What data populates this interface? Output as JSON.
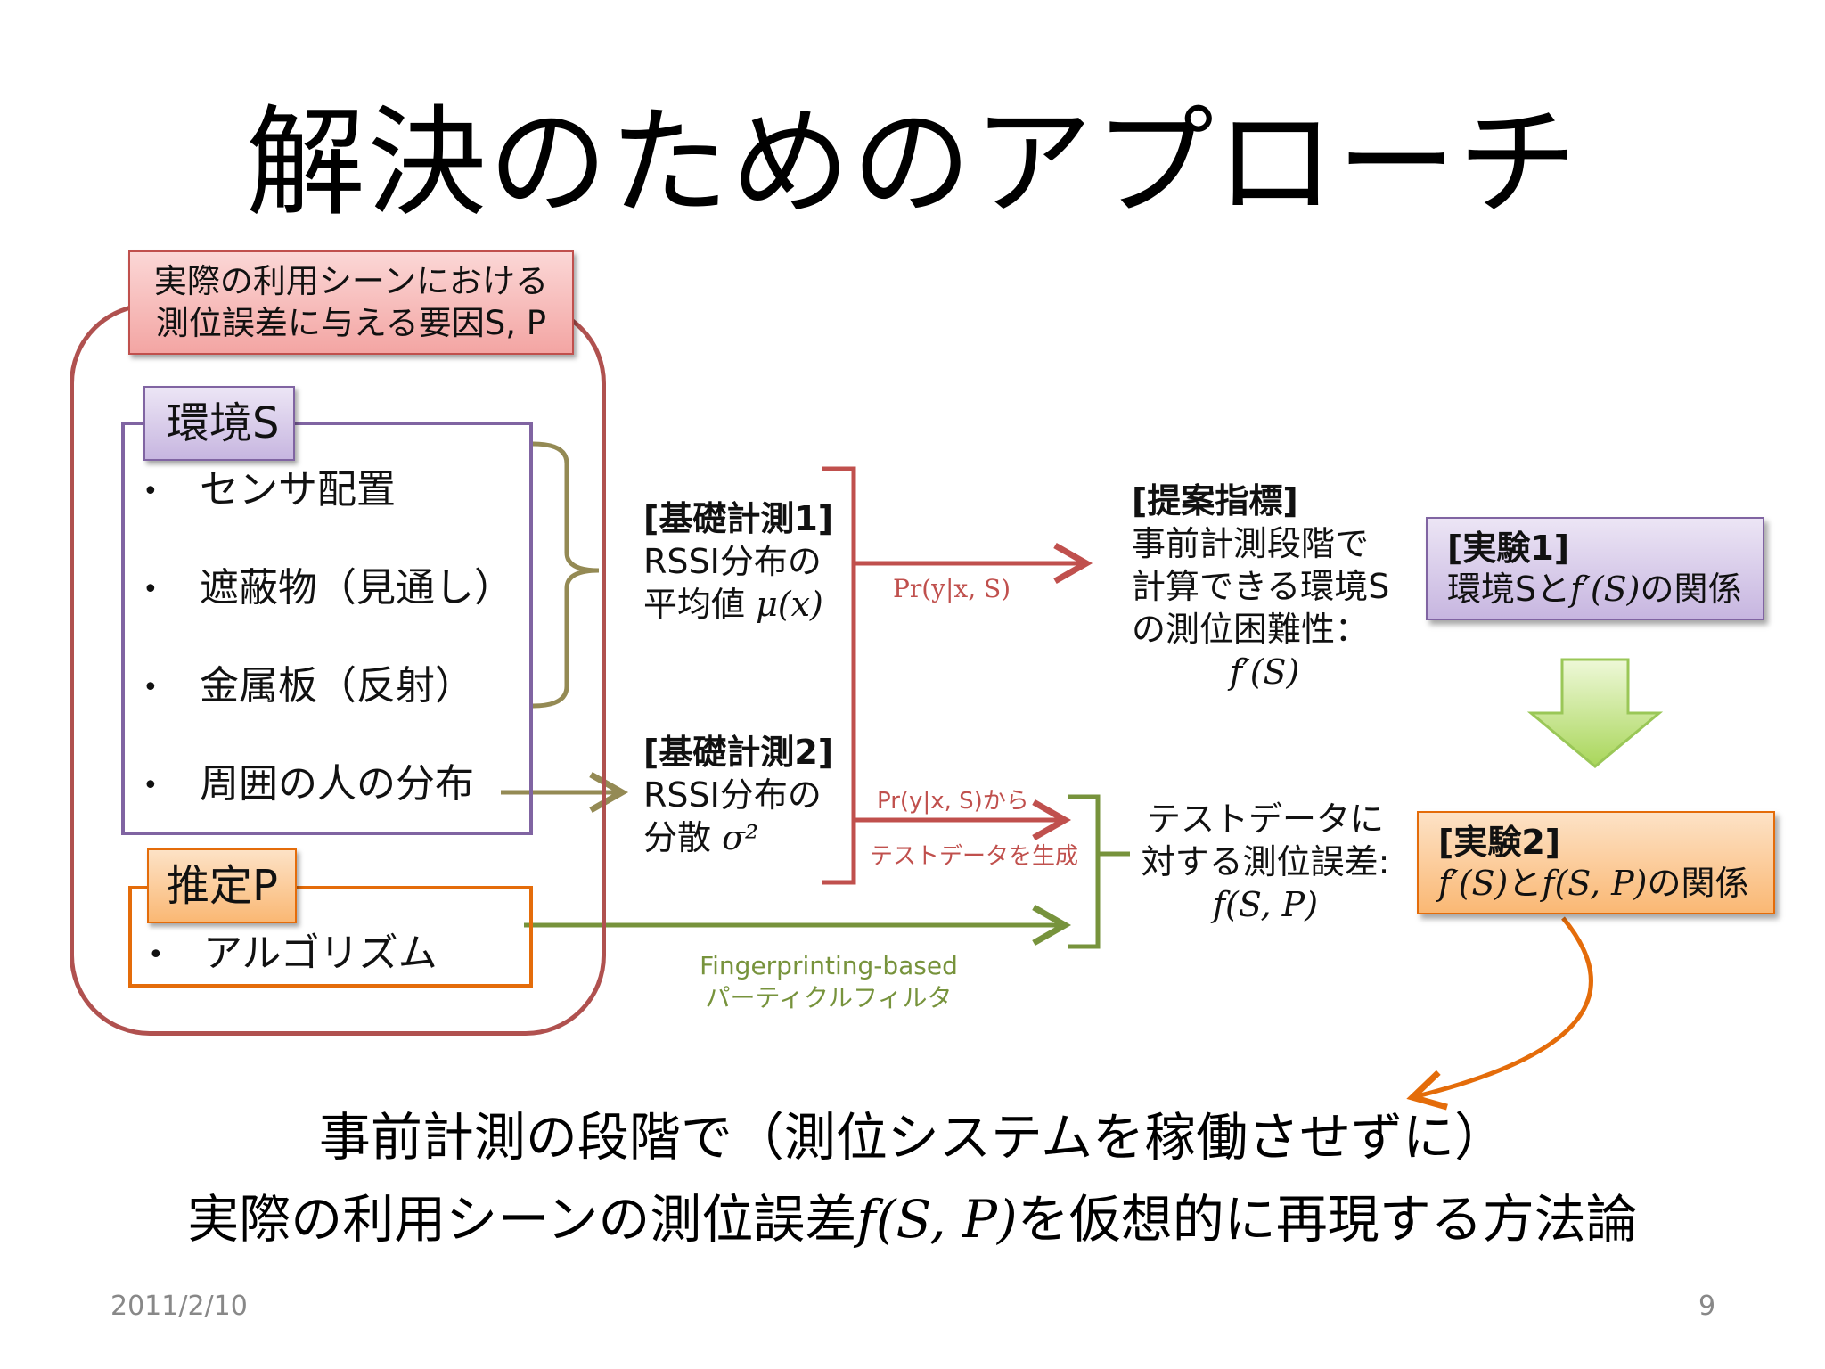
{
  "title": "解決のためのアプローチ",
  "factors": {
    "label_line1": "実際の利用シーンにおける",
    "label_line2": "測位誤差に与える要因S, P",
    "environment": {
      "label": "環境S",
      "items": [
        "センサ配置",
        "遮蔽物（見通し）",
        "金属板（反射）",
        "周囲の人の分布"
      ]
    },
    "estimation": {
      "label": "推定P",
      "items": [
        "アルゴリズム"
      ]
    },
    "bullet": "•"
  },
  "measure1": {
    "head": "[基礎計測1]",
    "line1": "RSSI分布の",
    "line2_text": "平均値 ",
    "line2_math": "μ(x)"
  },
  "measure2": {
    "head": "[基礎計測2]",
    "line1": "RSSI分布の",
    "line2_text": "分散 ",
    "line2_math": "σ²"
  },
  "arrows": {
    "pr_label": "Pr(y|x, S)",
    "pr_from_label": "Pr(y|x, S)から",
    "testdata_label": "テストデータを生成",
    "fingerprinting_line1": "Fingerprinting-based",
    "fingerprinting_line2": "パーティクルフィルタ"
  },
  "proposal": {
    "head": "[提案指標]",
    "line1": "事前計測段階で",
    "line2": "計算できる環境S",
    "line3": "の測位困難性：",
    "formula": "f′(S)"
  },
  "test_error": {
    "line1": "テストデータに",
    "line2": "対する測位誤差:",
    "formula": "f(S, P)"
  },
  "exp1": {
    "head": "[実験1]",
    "line_prefix": "環境Sと",
    "line_math": "f′(S)",
    "line_suffix": "の関係"
  },
  "exp2": {
    "head": "[実験2]",
    "math1": "f′(S)",
    "mid": "と",
    "math2": "f(S, P)",
    "suffix": "の関係"
  },
  "conclusion": {
    "line1": "事前計測の段階で（測位システムを稼働させずに）",
    "line2_prefix": "実際の利用シーンの測位誤差",
    "line2_math": "f(S, P)",
    "line2_suffix": "を仮想的に再現する方法論"
  },
  "footer": {
    "date": "2011/2/10",
    "page": "9"
  },
  "colors": {
    "red": "#c0504d",
    "purple": "#8064a2",
    "orange": "#e46c0a",
    "olive": "#948a54",
    "green": "#77933c",
    "arrow_green_fill": "#c6e88a"
  }
}
